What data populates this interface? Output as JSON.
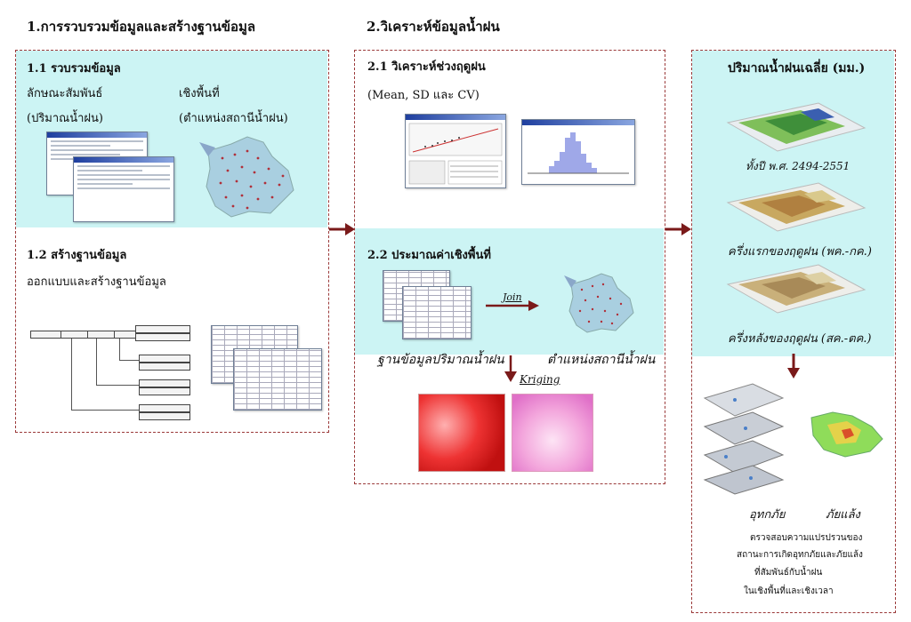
{
  "headings": {
    "step1": "1.การรวบรวมข้อมูลและสร้างฐานข้อมูล",
    "step2": "2.วิเคราะห์ข้อมูลน้ำฝน"
  },
  "panel1": {
    "s11_title": "1.1 รวบรวมข้อมูล",
    "attr_line1": "ลักษณะสัมพันธ์",
    "attr_line2": "(ปริมาณน้ำฝน)",
    "spatial_line1": "เชิงพื้นที่",
    "spatial_line2": "(ตำแหน่งสถานีน้ำฝน)",
    "s12_title": "1.2 สร้างฐานข้อมูล",
    "s12_desc": "ออกแบบและสร้างฐานข้อมูล"
  },
  "panel2": {
    "s21_title": "2.1 วิเคราะห์ช่วงฤดูฝน",
    "s21_desc": "(Mean, SD และ CV)",
    "s22_title": "2.2 ประมาณค่าเชิงพื้นที่",
    "join_label": "Join",
    "db_label": "ฐานข้อมูลปริมาณน้ำฝน",
    "station_label": "ตำแหน่งสถานีน้ำฝน",
    "kriging_label": "Kriging"
  },
  "panel3": {
    "title": "ปริมาณน้ำฝนเฉลี่ย (มม.)",
    "layer1_caption": "ทั้งปี พ.ศ. 2494-2551",
    "layer2_caption": "ครึ่งแรกของฤดูฝน (พค.-กค.)",
    "layer3_caption": "ครึ่งหลังของฤดูฝน (สค.-ตค.)",
    "flood_label": "อุทกภัย",
    "drought_label": "ภัยแล้ง",
    "note_line1": "ตรวจสอบความแปรปรวนของ",
    "note_line2": "สถานะการเกิดอุทกภัยและภัยแล้ง",
    "note_line3": "ที่สัมพันธ์กับน้ำฝน",
    "note_line4": "ในเชิงพื้นที่และเชิงเวลา"
  },
  "colors": {
    "accent_band": "#ccf4f4",
    "dashed_border": "#9b3a3a",
    "arrow": "#7a1a1a"
  }
}
